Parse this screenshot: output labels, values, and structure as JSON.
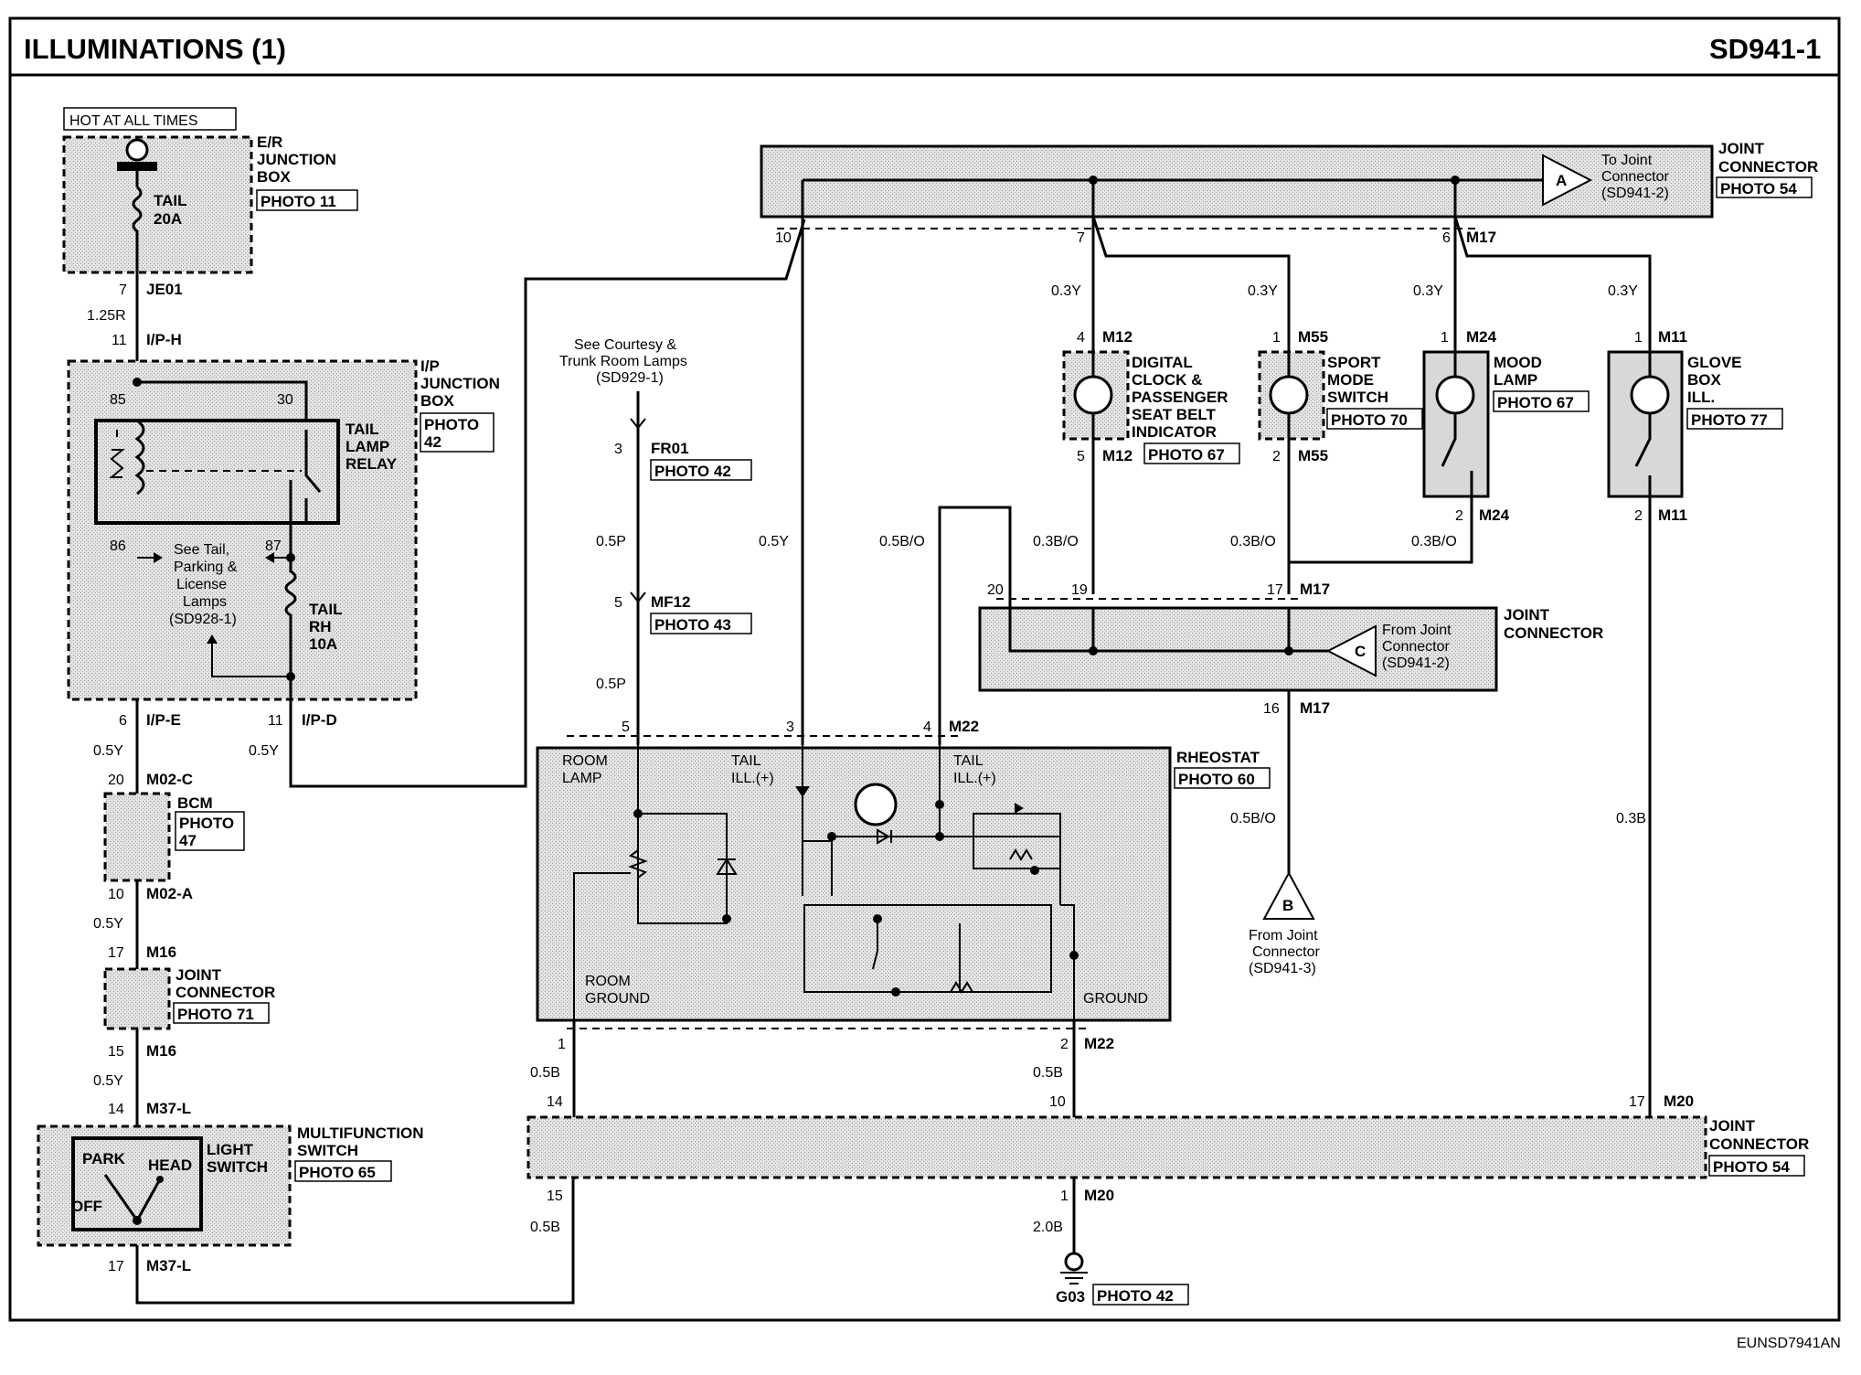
{
  "header": {
    "title": "ILLUMINATIONS (1)",
    "code": "SD941-1"
  },
  "footer_code": "EUNSD7941AN",
  "hot_label": "HOT AT ALL TIMES",
  "er_box": {
    "l1": "E/R",
    "l2": "JUNCTION",
    "l3": "BOX",
    "photo": "PHOTO 11",
    "fuse1": "TAIL",
    "fuse2": "20A"
  },
  "ip_box": {
    "l1": "I/P",
    "l2": "JUNCTION",
    "l3": "BOX",
    "photo1": "PHOTO",
    "photo2": "42",
    "relay1": "TAIL",
    "relay2": "LAMP",
    "relay3": "RELAY",
    "fuse1": "TAIL",
    "fuse2": "RH",
    "fuse3": "10A",
    "pin85": "85",
    "pin30": "30",
    "pin86": "86",
    "pin87": "87",
    "see1": "See Tail,",
    "see2": "Parking &",
    "see3": "License",
    "see4": "Lamps",
    "see5": "(SD928-1)"
  },
  "bcm": {
    "name": "BCM",
    "photo1": "PHOTO",
    "photo2": "47"
  },
  "jc71": {
    "l1": "JOINT",
    "l2": "CONNECTOR",
    "photo": "PHOTO 71"
  },
  "mfs": {
    "l1": "MULTIFUNCTION",
    "l2": "SWITCH",
    "photo": "PHOTO 65",
    "park": "PARK",
    "head": "HEAD",
    "off": "OFF",
    "ls1": "LIGHT",
    "ls2": "SWITCH"
  },
  "left_pins": [
    {
      "n": "7",
      "c": "JE01"
    },
    {
      "n": "11",
      "c": "I/P-H"
    },
    {
      "n": "6",
      "c": "I/P-E"
    },
    {
      "n": "11",
      "c": "I/P-D"
    },
    {
      "n": "20",
      "c": "M02-C"
    },
    {
      "n": "10",
      "c": "M02-A"
    },
    {
      "n": "17",
      "c": "M16"
    },
    {
      "n": "15",
      "c": "M16"
    },
    {
      "n": "14",
      "c": "M37-L"
    },
    {
      "n": "17",
      "c": "M37-L"
    }
  ],
  "wire_labels": {
    "w125r": "1.25R",
    "w05y_a": "0.5Y",
    "w05y_b": "0.5Y",
    "w05y_c": "0.5Y",
    "w05y_d": "0.5Y",
    "w05p_a": "0.5P",
    "w05p_b": "0.5P",
    "w05y_e": "0.5Y",
    "w05bo": "0.5B/O",
    "w03y_1": "0.3Y",
    "w03y_2": "0.3Y",
    "w03y_3": "0.3Y",
    "w03y_4": "0.3Y",
    "w03bo_1": "0.3B/O",
    "w03bo_2": "0.3B/O",
    "w03bo_3": "0.3B/O",
    "w05bo_b": "0.5B/O",
    "w03b": "0.3B",
    "w05b_1": "0.5B",
    "w05b_2": "0.5B",
    "w05b_3": "0.5B",
    "w20b": "2.0B"
  },
  "courtesy": {
    "l1": "See Courtesy &",
    "l2": "Trunk Room Lamps",
    "l3": "(SD929-1)"
  },
  "fr01": {
    "pin": "3",
    "name": "FR01",
    "photo": "PHOTO 42"
  },
  "mf12": {
    "pin": "5",
    "name": "MF12",
    "photo": "PHOTO 43"
  },
  "jc_top": {
    "l1": "JOINT",
    "l2": "CONNECTOR",
    "photo": "PHOTO 54",
    "to1": "To Joint",
    "to2": "Connector",
    "to3": "(SD941-2)",
    "a": "A",
    "p10": "10",
    "p7": "7",
    "p6": "6",
    "m17": "M17"
  },
  "devices": {
    "clock": {
      "l1": "DIGITAL",
      "l2": "CLOCK &",
      "l3": "PASSENGER",
      "l4": "SEAT BELT",
      "l5": "INDICATOR",
      "photo": "PHOTO 67",
      "p4": "4",
      "c4": "M12",
      "p5": "5",
      "c5": "M12"
    },
    "sport": {
      "l1": "SPORT",
      "l2": "MODE",
      "l3": "SWITCH",
      "photo": "PHOTO 70",
      "p1": "1",
      "c1": "M55",
      "p2": "2",
      "c2": "M55"
    },
    "mood": {
      "l1": "MOOD",
      "l2": "LAMP",
      "photo": "PHOTO 67",
      "p1": "1",
      "c1": "M24",
      "p2": "2",
      "c2": "M24"
    },
    "glove": {
      "l1": "GLOVE",
      "l2": "BOX",
      "l3": "ILL.",
      "photo": "PHOTO 77",
      "p1": "1",
      "c1": "M11",
      "p2": "2",
      "c2": "M11"
    }
  },
  "jc_mid": {
    "l1": "JOINT",
    "l2": "CONNECTOR",
    "from1": "From Joint",
    "from2": "Connector",
    "from3": "(SD941-2)",
    "c": "C",
    "p20": "20",
    "p19": "19",
    "p17": "17",
    "m17": "M17",
    "p16": "16",
    "m17b": "M17"
  },
  "b_conn": {
    "b": "B",
    "l1": "From Joint",
    "l2": "Connector",
    "l3": "(SD941-3)"
  },
  "rheostat": {
    "name": "RHEOSTAT",
    "photo": "PHOTO 60",
    "room1": "ROOM",
    "room2": "LAMP",
    "tail1": "TAIL",
    "tail2": "ILL.(+)",
    "tail3": "TAIL",
    "tail4": "ILL.(+)",
    "rg1": "ROOM",
    "rg2": "GROUND",
    "gnd": "GROUND",
    "p5": "5",
    "p3": "3",
    "p4": "4",
    "m22": "M22",
    "p1": "1",
    "p2": "2",
    "m22b": "M22"
  },
  "jc_bot": {
    "l1": "JOINT",
    "l2": "CONNECTOR",
    "photo": "PHOTO 54",
    "p14": "14",
    "p10": "10",
    "p17": "17",
    "m20": "M20",
    "p15": "15",
    "p1": "1",
    "m20b": "M20"
  },
  "ground": {
    "name": "G03",
    "photo": "PHOTO 42"
  }
}
